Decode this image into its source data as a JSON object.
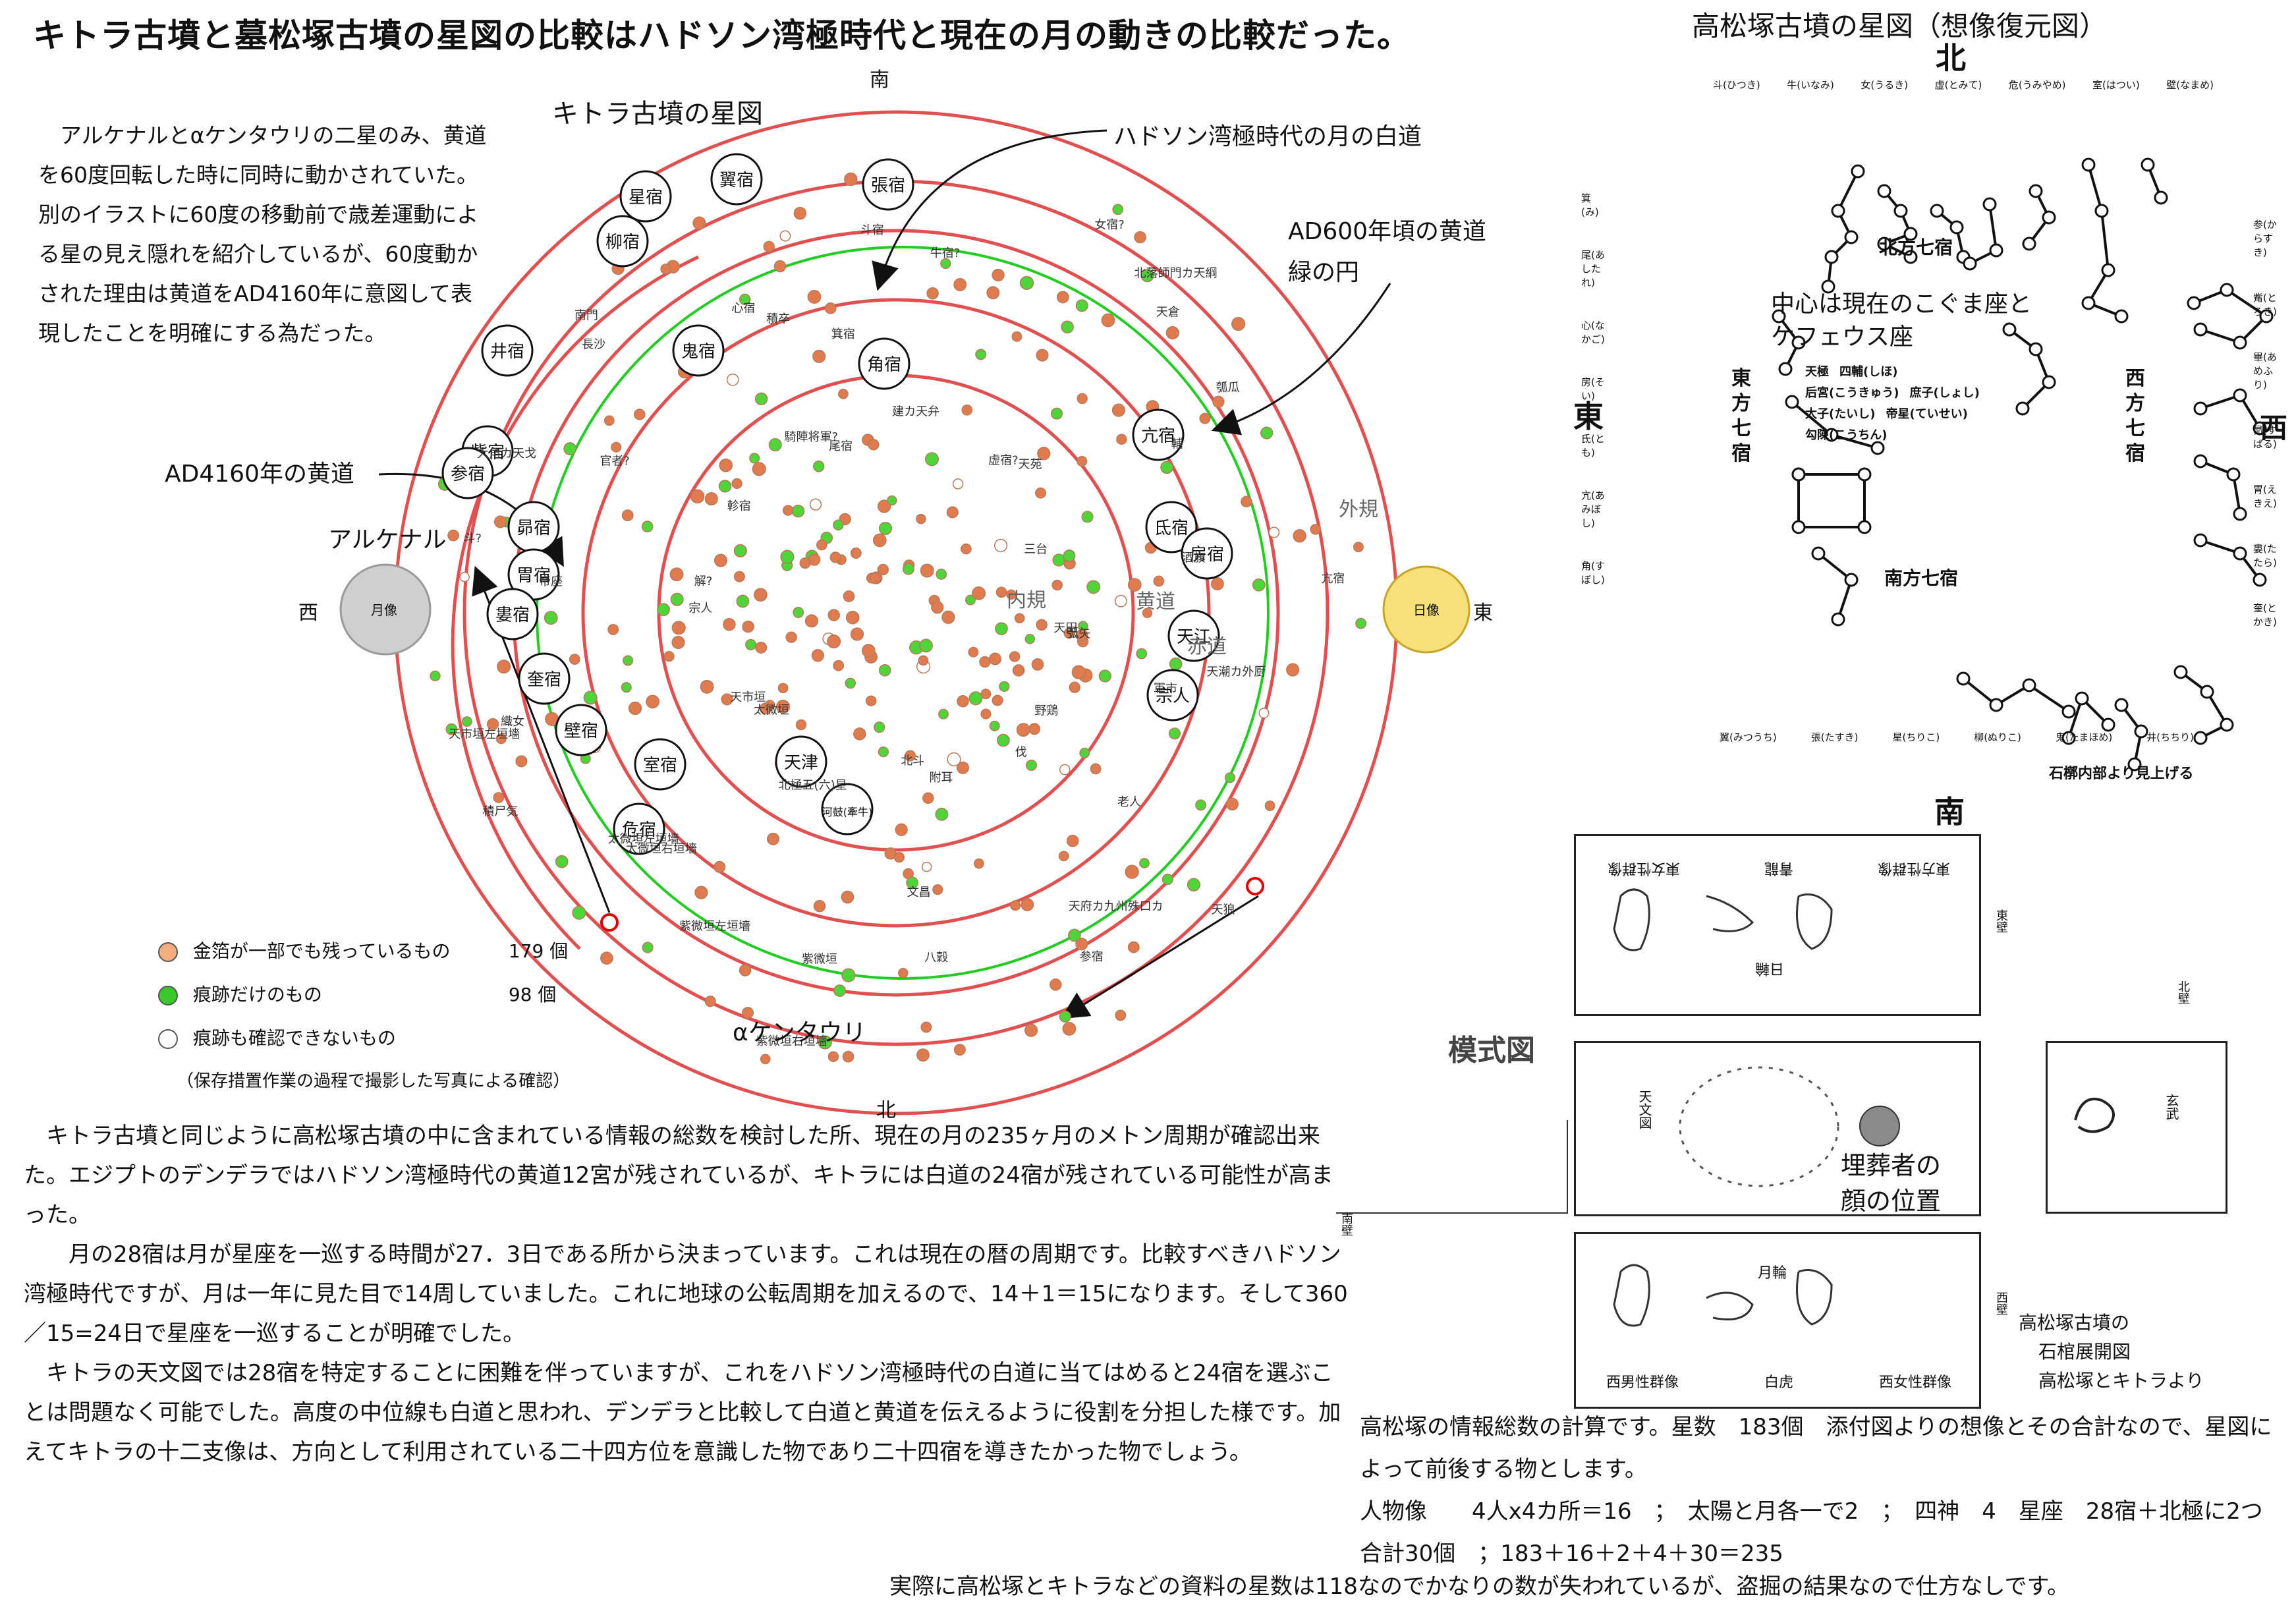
{
  "title": "キトラ古墳と墓松塚古墳の星図の比較はハドソン湾極時代と現在の月の動きの比較だった。",
  "intro_paragraph": "アルケナルとαケンタウリの二星のみ、黄道を60度回転した時に同時に動かされていた。別のイラストに60度の移動前で歳差運動による星の見え隠れを紹介しているが、60度動かされた理由は黄道をAD4160年に意図して表現したことを明確にする為だった。",
  "kitora": {
    "heading": "キトラ古墳の星図",
    "dir_south": "南",
    "dir_north": "北",
    "dir_west": "西",
    "dir_east": "東",
    "moon_label": "月像",
    "sun_label": "日像",
    "gaikan": "外規",
    "naikan": "内規",
    "koudou": "黄道",
    "sekidou": "赤道",
    "annotations": {
      "hudson_moon_path": "ハドソン湾極時代の月の白道",
      "ad600_line1": "AD600年頃の黄道",
      "ad600_line2": "緑の円",
      "ad4160": "AD4160年の黄道",
      "arukenaru": "アルケナル",
      "alpha_centauri": "αケンタウリ"
    },
    "circled_mansions": [
      "翼宿",
      "張宿",
      "星宿",
      "柳宿",
      "井宿",
      "鬼宿",
      "角宿",
      "觜宿",
      "参宿",
      "亢宿",
      "氐宿",
      "昴宿",
      "房宿",
      "胃宿",
      "婁宿",
      "天江",
      "奎宿",
      "宗人",
      "壁宿",
      "天津",
      "室宿",
      "河鼓(牽牛)",
      "危宿"
    ],
    "star_labels": [
      "弧矢",
      "天潮カ外厨",
      "軍市",
      "野鶏",
      "天狼",
      "老人",
      "伐",
      "天府カ九州殊口カ",
      "参宿",
      "附耳",
      "八穀",
      "文昌",
      "北斗",
      "紫微垣右垣墻",
      "紫微垣",
      "北極五(六)星",
      "紫微垣左垣墻",
      "太微垣右垣墻",
      "太微垣",
      "太微垣左垣墻",
      "積尸気",
      "天市垣",
      "天市垣左垣墻",
      "織女",
      "宗人",
      "帝座",
      "斗?",
      "解?",
      "官者?",
      "大角カ天戈",
      "軫宿",
      "長沙",
      "南門",
      "騎陣将軍?",
      "積卒",
      "心宿",
      "尾宿",
      "箕宿",
      "斗宿",
      "建カ天弁",
      "牛宿?",
      "女宿?",
      "虚宿?",
      "北落師門カ天綱",
      "天倉",
      "天苑",
      "瓠瓜",
      "輔",
      "三台",
      "酒旗",
      "亢宿",
      "天田"
    ],
    "legend": [
      {
        "label": "金箔が一部でも残っているもの",
        "count": "179 個",
        "color": "#f4ad7e"
      },
      {
        "label": "痕跡だけのもの",
        "count": "98 個",
        "color": "#39c928"
      },
      {
        "label": "痕跡も確認できないもの",
        "count": "",
        "color": "#ffffff"
      }
    ],
    "legend_note": "（保存措置作業の過程で撮影した写真による確認）"
  },
  "takamatsu": {
    "heading": "高松塚古墳の星図（想像復元図）",
    "dir_north": "北",
    "dir_south": "南",
    "dir_east": "東",
    "dir_west": "西",
    "north_seven": "北方七宿",
    "east_seven": "東方七宿",
    "west_seven": "西方七宿",
    "south_seven": "南方七宿",
    "center_note_line1": "中心は現在のこぐま座と",
    "center_note_line2": "ケフェウス座",
    "bottom_note": "石槨内部より見上げる",
    "north_names": [
      "斗(ひつき)",
      "牛(いなみ)",
      "女(うるき)",
      "虚(とみて)",
      "危(うみやめ)",
      "室(はつい)",
      "壁(なまめ)"
    ],
    "south_names": [
      "翼(みつうち)",
      "張(たすき)",
      "星(ちりこ)",
      "柳(ぬりこ)",
      "鬼(たまほめ)",
      "井(ちちり)"
    ],
    "east_names": [
      "箕(み)",
      "尾(あしたれ)",
      "心(なかご)",
      "房(そい)",
      "氐(とも)",
      "亢(あみぼし)",
      "角(すぼし)"
    ],
    "west_names": [
      "参(からすき)",
      "觜(とろき)",
      "畢(あめふり)",
      "昴(すばる)",
      "胃(えきえ)",
      "婁(たたら)",
      "奎(とかき)"
    ],
    "center_names": [
      "天極",
      "四輔(しほ)",
      "后宮(こうきゅう)",
      "庶子(しょし)",
      "太子(たいし)",
      "帝星(ていせい)",
      "勾陳(こうちん)"
    ]
  },
  "diagram": {
    "label": "模式図",
    "top_labels": [
      "東方性群像",
      "青龍",
      "東女性群像"
    ],
    "sun_label": "日輪",
    "east_wall": "東壁",
    "north_wall": "北壁",
    "west_wall": "西壁",
    "south_wall": "南壁",
    "tenmonzu": "天文図",
    "genbu": "玄武",
    "burial_face_line1": "埋葬者の",
    "burial_face_line2": "顔の位置",
    "bottom_labels": [
      "西男性群像",
      "白虎",
      "西女性群像"
    ],
    "moon_label": "月輪",
    "caption_line1": "高松塚古墳の",
    "caption_line2": "石棺展開図",
    "caption_line3": "高松塚とキトラより"
  },
  "main_text": {
    "p1": "キトラ古墳と同じように高松塚古墳の中に含まれている情報の総数を検討した所、現在の月の235ヶ月のメトン周期が確認出来た。エジプトのデンデラではハドソン湾極時代の黄道12宮が残されているが、キトラには白道の24宿が残されている可能性が高まった。",
    "p2": "月の28宿は月が星座を一巡する時間が27．3日である所から決まっています。これは現在の暦の周期です。比較すべきハドソン湾極時代ですが、月は一年に見た目で14周していました。これに地球の公転周期を加えるので、14＋1＝15になります。そして360／15=24日で星座を一巡することが明確でした。",
    "p3": "キトラの天文図では28宿を特定することに困難を伴っていますが、これをハドソン湾極時代の白道に当てはめると24宿を選ぶことは問題なく可能でした。高度の中位線も白道と思われ、デンデラと比較して白道と黄道を伝えるように役割を分担した様です。加えてキトラの十二支像は、方向として利用されている二十四方位を意識した物であり二十四宿を導きたかった物でしょう。"
  },
  "right_text": {
    "p1": "高松塚の情報総数の計算です。星数　183個　添付図よりの想像とその合計なので、星図によって前後する物とします。",
    "p2": "人物像　　4人x4カ所＝16　；　太陽と月各一で2　；　四神　4　星座　28宿＋北極に2つ　合計30個　；183＋16＋2＋4＋30＝235"
  },
  "bottom_note": "実際に高松塚とキトラなどの資料の星数は118なのでかなりの数が失われているが、盗掘の結果なので仕方なしです。",
  "colors": {
    "red_circle": "#e05050",
    "green_circle": "#22cc22",
    "star_orange": "#e07b50",
    "star_green": "#4fd43a",
    "moon_disk": "#cfcfcf",
    "sun_disk": "#f5e07a"
  }
}
